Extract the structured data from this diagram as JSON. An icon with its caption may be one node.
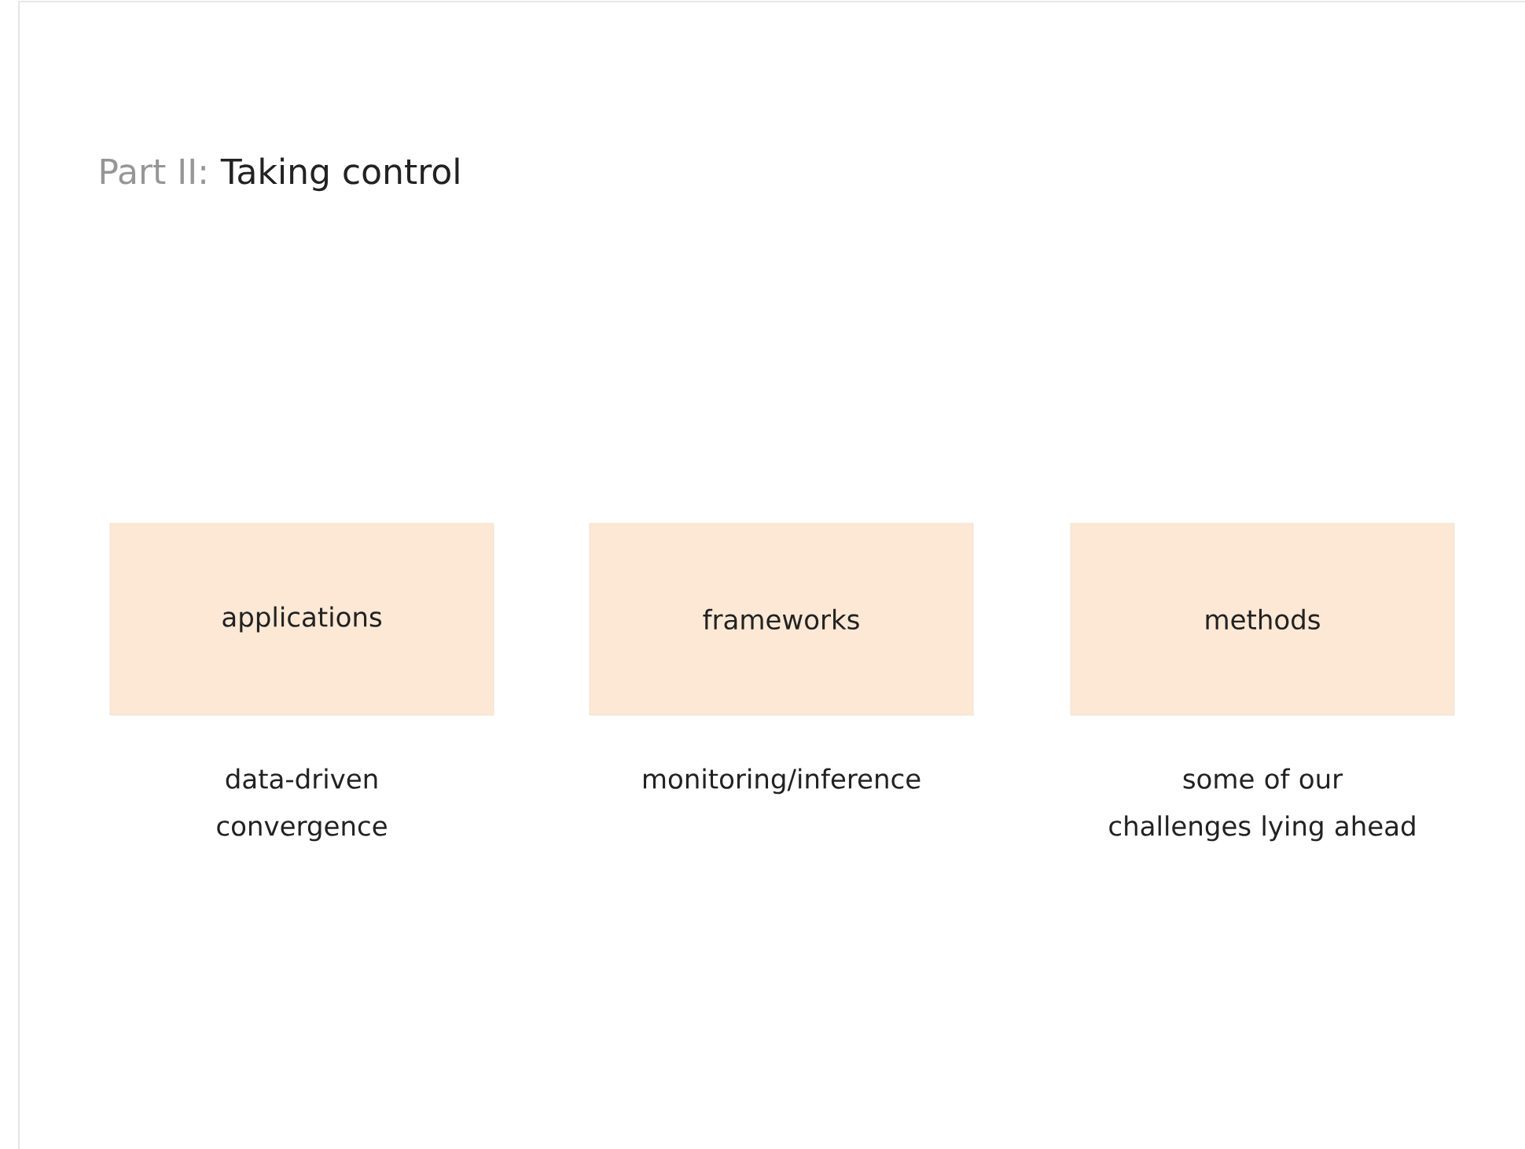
{
  "diagram": {
    "title": "Taking control",
    "nodes": [
      {
        "text": [
          "applications"
        ],
        "beside": [
          "data-driven convergence"
        ]
      },
      {
        "text": [
          "frameworks"
        ],
        "beside": [
          "monitoring/inference"
        ]
      },
      {
        "text": [
          "methods"
        ],
        "beside": [
          "some of our challenges lying ahead"
        ]
      }
    ],
    "labels": [
      "Part II:"
    ]
  }
}
